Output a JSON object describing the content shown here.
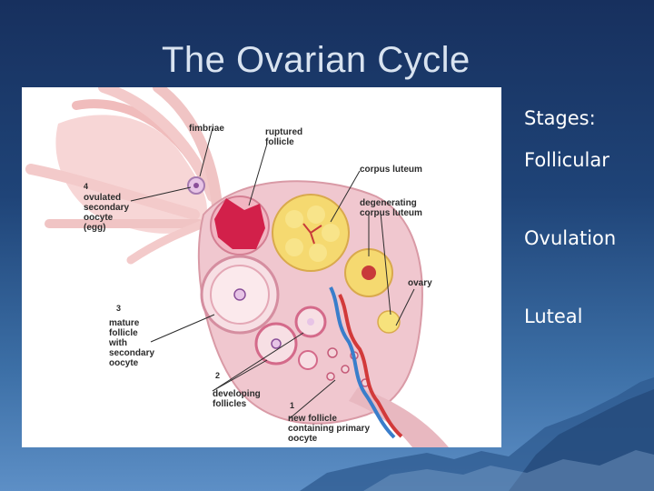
{
  "slide": {
    "title": "The Ovarian Cycle"
  },
  "figure": {
    "labels": {
      "fimbriae": "fimbriae",
      "ruptured_follicle": [
        "ruptured",
        "follicle"
      ],
      "corpus_luteum": "corpus luteum",
      "degenerating_corpus_luteum": [
        "degenerating",
        "corpus luteum"
      ],
      "ovary": "ovary",
      "ovulated_oocyte": [
        "ovulated",
        "secondary",
        "oocyte",
        "(egg)"
      ],
      "mature_follicle": [
        "mature",
        "follicle",
        "with",
        "secondary",
        "oocyte"
      ],
      "developing_follicles": [
        "developing",
        "follicles"
      ],
      "new_follicle": [
        "new follicle",
        "containing primary",
        "oocyte"
      ]
    },
    "step_numbers": [
      "1",
      "2",
      "3",
      "4"
    ]
  },
  "stages": {
    "heading": "Stages:",
    "items": [
      "Follicular",
      "Ovulation",
      "Luteal"
    ]
  },
  "colors": {
    "background_top": "#17305e",
    "background_bottom": "#5d8fc6",
    "title_text": "#d9e3f0",
    "stage_text": "#ffffff"
  }
}
